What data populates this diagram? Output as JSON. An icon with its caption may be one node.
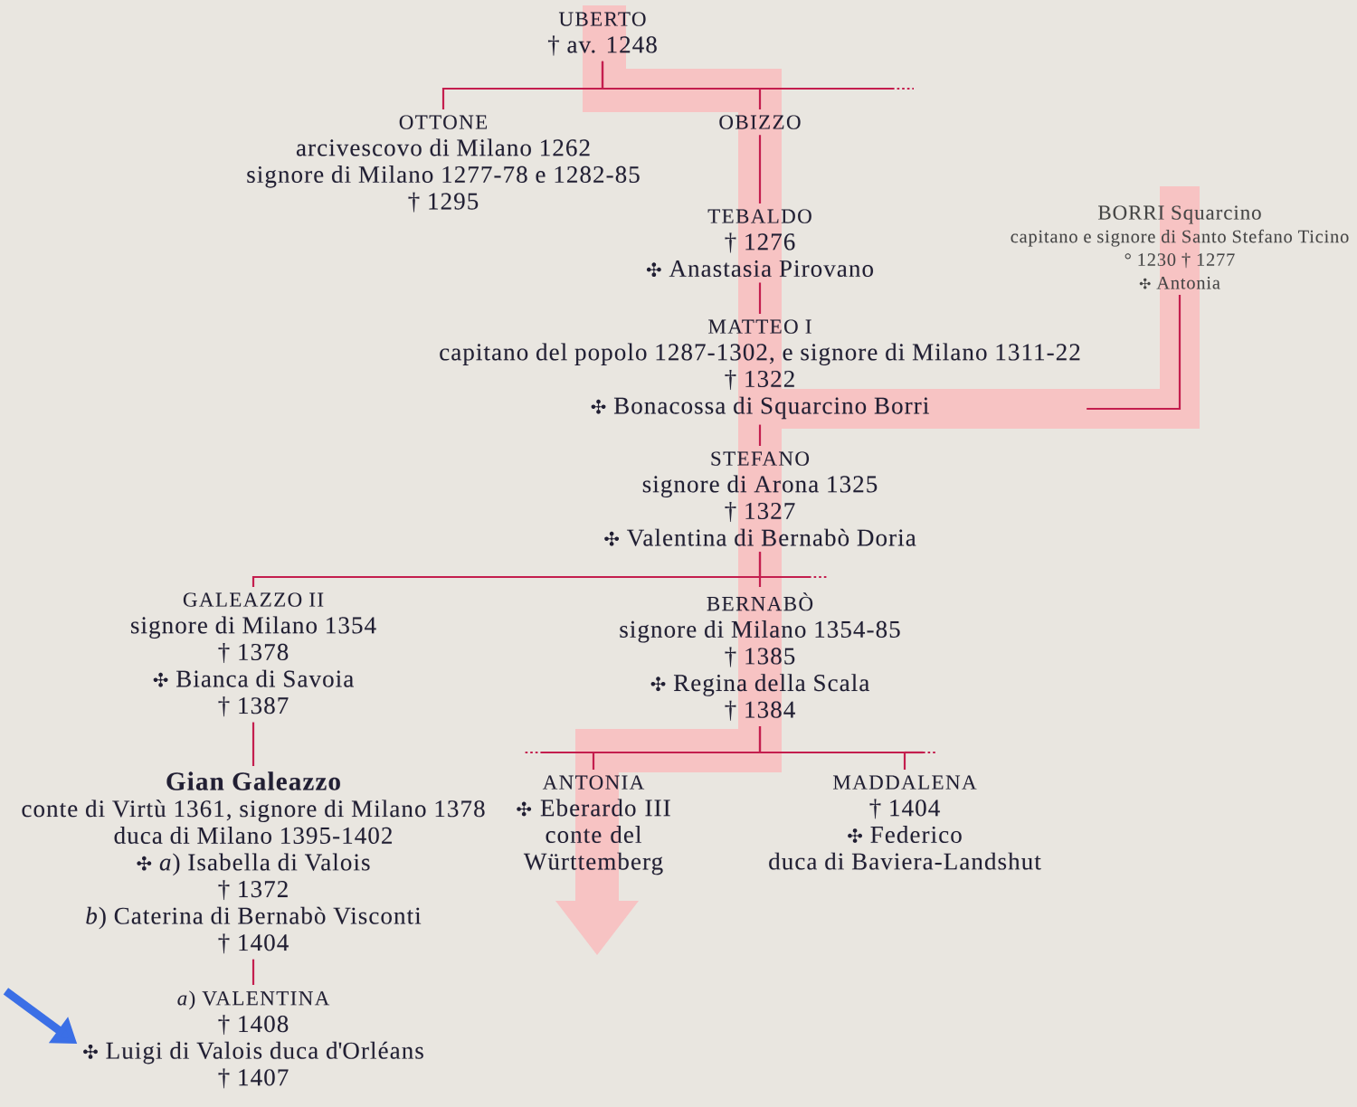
{
  "diagram": {
    "nodes": [
      {
        "text": [
          "UBERTO",
          "† av. 1248"
        ]
      },
      {
        "text": [
          "OTTONE",
          "arcivescovo di Milano 1262",
          "signore di Milano 1277-78 e 1282-85",
          "† 1295"
        ]
      },
      {
        "text": [
          "OBIZZO"
        ]
      },
      {
        "text": [
          "TEBALDO",
          "† 1276",
          "✣ Anastasia Pirovano"
        ]
      },
      {
        "text": [
          "BORRI Squarcino",
          "capitano e signore di Santo Stefano Ticino",
          "° 1230 † 1277",
          "✣ Antonia"
        ]
      },
      {
        "text": [
          "MATTEO I",
          "capitano del popolo 1287-1302, e signore di Milano 1311-22",
          "† 1322",
          "✣ Bonacossa di Squarcino Borri"
        ]
      },
      {
        "text": [
          "STEFANO",
          "signore di Arona 1325",
          "† 1327",
          "✣ Valentina di Bernabò Doria"
        ]
      },
      {
        "text": [
          "GALEAZZO II",
          "signore di Milano 1354",
          "† 1378",
          "✣ Bianca di Savoia",
          "† 1387"
        ]
      },
      {
        "text": [
          "BERNABÒ",
          "signore di Milano 1354-85",
          "† 1385",
          "✣ Regina della Scala",
          "† 1384"
        ]
      },
      {
        "text": [
          "Gian Galeazzo",
          "conte di Virtù 1361, signore di Milano 1378",
          "duca di Milano 1395-1402",
          "✣ *a*) Isabella di Valois",
          "† 1372",
          "*b*) Caterina di Bernabò Visconti",
          "† 1404"
        ]
      },
      {
        "text": [
          "ANTONIA",
          "✣ Eberardo III",
          "conte del Württemberg"
        ]
      },
      {
        "text": [
          "MADDALENA",
          "† 1404",
          "✣ Federico",
          "duca di Baviera-Landshut"
        ]
      },
      {
        "text": [
          "*a*) VALENTINA",
          "† 1408",
          "✣ Luigi di Valois duca d'Orléans",
          "† 1407"
        ]
      }
    ],
    "edges": [
      {
        "from": 0,
        "to": 1,
        "arrow": "none"
      },
      {
        "from": 0,
        "to": 2,
        "arrow": "none"
      },
      {
        "from": 2,
        "to": 3,
        "arrow": "none"
      },
      {
        "from": 3,
        "to": 5,
        "arrow": "none"
      },
      {
        "from": 4,
        "to": 5,
        "arrow": "none"
      },
      {
        "from": 5,
        "to": 6,
        "arrow": "none"
      },
      {
        "from": 6,
        "to": 7,
        "arrow": "none"
      },
      {
        "from": 6,
        "to": 8,
        "arrow": "none"
      },
      {
        "from": 7,
        "to": 9,
        "arrow": "none"
      },
      {
        "from": 8,
        "to": 10,
        "arrow": "none"
      },
      {
        "from": 8,
        "to": 11,
        "arrow": "none"
      },
      {
        "from": 9,
        "to": 12,
        "arrow": "none"
      },
      {
        "from": null,
        "to": 12,
        "arrow": "to",
        "style": "thick",
        "color": "#3b6fe6"
      }
    ]
  }
}
